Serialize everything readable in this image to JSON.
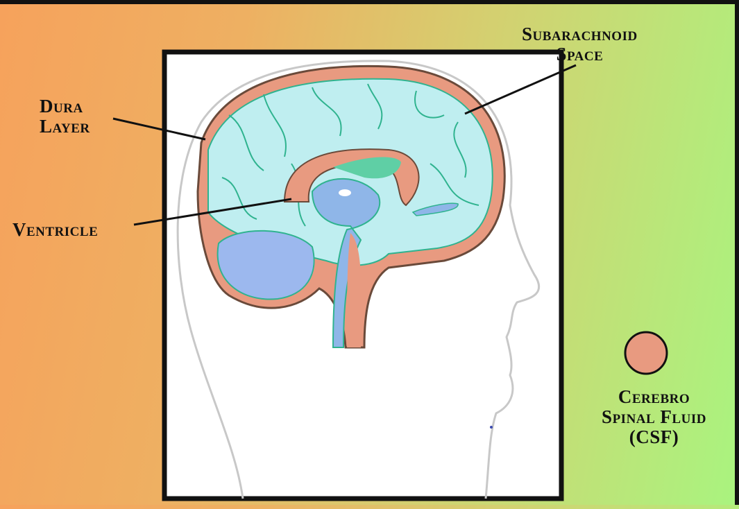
{
  "labels": {
    "dura": [
      "Dura",
      "Layer"
    ],
    "subarachnoid": [
      "Subarachnoid",
      "Space"
    ],
    "ventricle": "Ventricle",
    "csf": [
      "Cerebro",
      "Spinal Fluid",
      "(CSF)"
    ]
  },
  "colors": {
    "csf": "#e89a80",
    "brain": "#bfeef0",
    "gyri": "#2fb38f",
    "brainstem": "#8fb6e8",
    "corpus": "#5fcfa5",
    "frame": "#111111"
  }
}
